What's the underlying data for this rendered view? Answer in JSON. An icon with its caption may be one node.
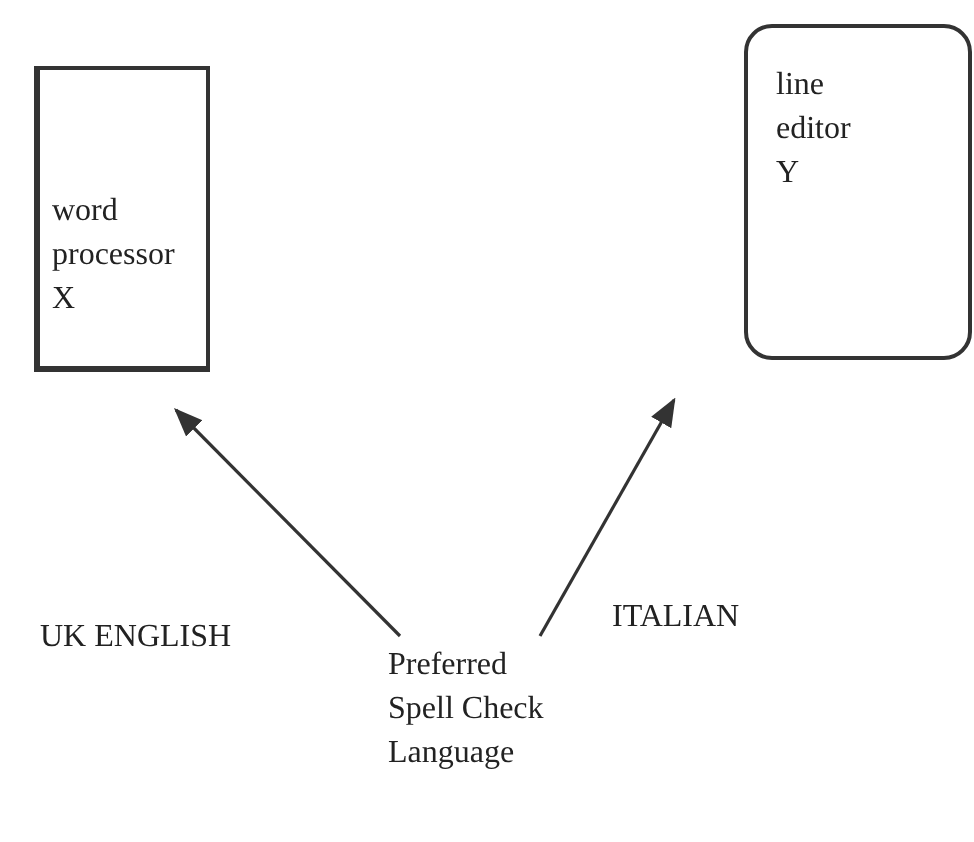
{
  "diagram": {
    "nodes": [
      {
        "text": [
          "word processor X"
        ]
      },
      {
        "text": [
          "line editor Y"
        ]
      },
      {
        "text": [
          "Preferred Spell Check Language"
        ]
      }
    ],
    "edges": [
      {
        "from": 2,
        "to": 0,
        "arrow": "to",
        "label": "UK ENGLISH"
      },
      {
        "from": 2,
        "to": 1,
        "arrow": "to",
        "label": "ITALIAN"
      }
    ]
  }
}
